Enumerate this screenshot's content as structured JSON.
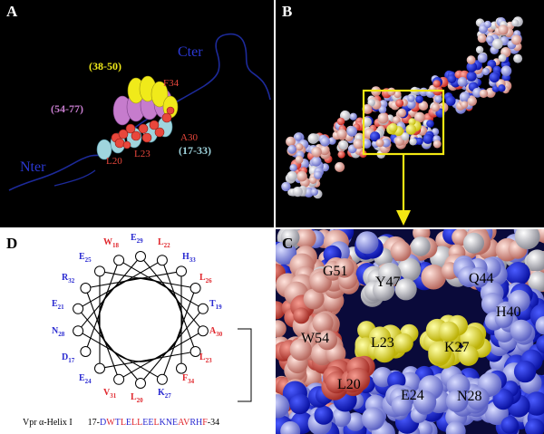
{
  "panels": {
    "a": {
      "label": "A",
      "labels": {
        "cter": "Cter",
        "nter": "Nter",
        "h1": "(38-50)",
        "h2": "(54-77)",
        "h3": "(17-33)",
        "f34": "F34",
        "a30": "A30",
        "l20": "L20",
        "l23": "L23"
      },
      "colors": {
        "h1": "#f0ea1a",
        "h2": "#c67ccd",
        "h3": "#9fd4dd",
        "res": "#e8473c",
        "chain": "#1d2a9a"
      }
    },
    "b": {
      "label": "B",
      "colors": {
        "box": "#f2e713",
        "arrow": "#f2e713"
      }
    },
    "c": {
      "label": "C",
      "residues": [
        "G51",
        "Y47",
        "Q44",
        "H40",
        "W54",
        "L23",
        "K27",
        "L20",
        "E24",
        "N28"
      ]
    },
    "d": {
      "label": "D",
      "wheel": [
        {
          "aa": "E",
          "num": "29",
          "color": "#2b2bd1"
        },
        {
          "aa": "L",
          "num": "22",
          "color": "#e0262c"
        },
        {
          "aa": "H",
          "num": "33",
          "color": "#2b2bd1"
        },
        {
          "aa": "L",
          "num": "26",
          "color": "#e0262c"
        },
        {
          "aa": "T",
          "num": "19",
          "color": "#2b2bd1"
        },
        {
          "aa": "A",
          "num": "30",
          "color": "#e0262c"
        },
        {
          "aa": "L",
          "num": "23",
          "color": "#e0262c"
        },
        {
          "aa": "F",
          "num": "34",
          "color": "#e0262c"
        },
        {
          "aa": "K",
          "num": "27",
          "color": "#2b2bd1"
        },
        {
          "aa": "L",
          "num": "20",
          "color": "#e0262c"
        },
        {
          "aa": "V",
          "num": "31",
          "color": "#e0262c"
        },
        {
          "aa": "E",
          "num": "24",
          "color": "#2b2bd1"
        },
        {
          "aa": "D",
          "num": "17",
          "color": "#2b2bd1"
        },
        {
          "aa": "N",
          "num": "28",
          "color": "#2b2bd1"
        },
        {
          "aa": "E",
          "num": "21",
          "color": "#2b2bd1"
        },
        {
          "aa": "R",
          "num": "32",
          "color": "#2b2bd1"
        },
        {
          "aa": "E",
          "num": "25",
          "color": "#2b2bd1"
        },
        {
          "aa": "W",
          "num": "18",
          "color": "#e0262c"
        }
      ],
      "sequence": {
        "prefix": "Vpr α-Helix I",
        "start": "17-",
        "residues": [
          {
            "c": "D",
            "color": "#2b2bd1"
          },
          {
            "c": "W",
            "color": "#e0262c"
          },
          {
            "c": "T",
            "color": "#2b2bd1"
          },
          {
            "c": "L",
            "color": "#e0262c"
          },
          {
            "c": "E",
            "color": "#2b2bd1"
          },
          {
            "c": "L",
            "color": "#e0262c"
          },
          {
            "c": "L",
            "color": "#e0262c"
          },
          {
            "c": "E",
            "color": "#2b2bd1"
          },
          {
            "c": "E",
            "color": "#2b2bd1"
          },
          {
            "c": "L",
            "color": "#e0262c"
          },
          {
            "c": "K",
            "color": "#2b2bd1"
          },
          {
            "c": "N",
            "color": "#2b2bd1"
          },
          {
            "c": "E",
            "color": "#2b2bd1"
          },
          {
            "c": "A",
            "color": "#e0262c"
          },
          {
            "c": "V",
            "color": "#e0262c"
          },
          {
            "c": "R",
            "color": "#2b2bd1"
          },
          {
            "c": "H",
            "color": "#2b2bd1"
          },
          {
            "c": "F",
            "color": "#e0262c"
          }
        ],
        "end": "-34"
      }
    }
  }
}
